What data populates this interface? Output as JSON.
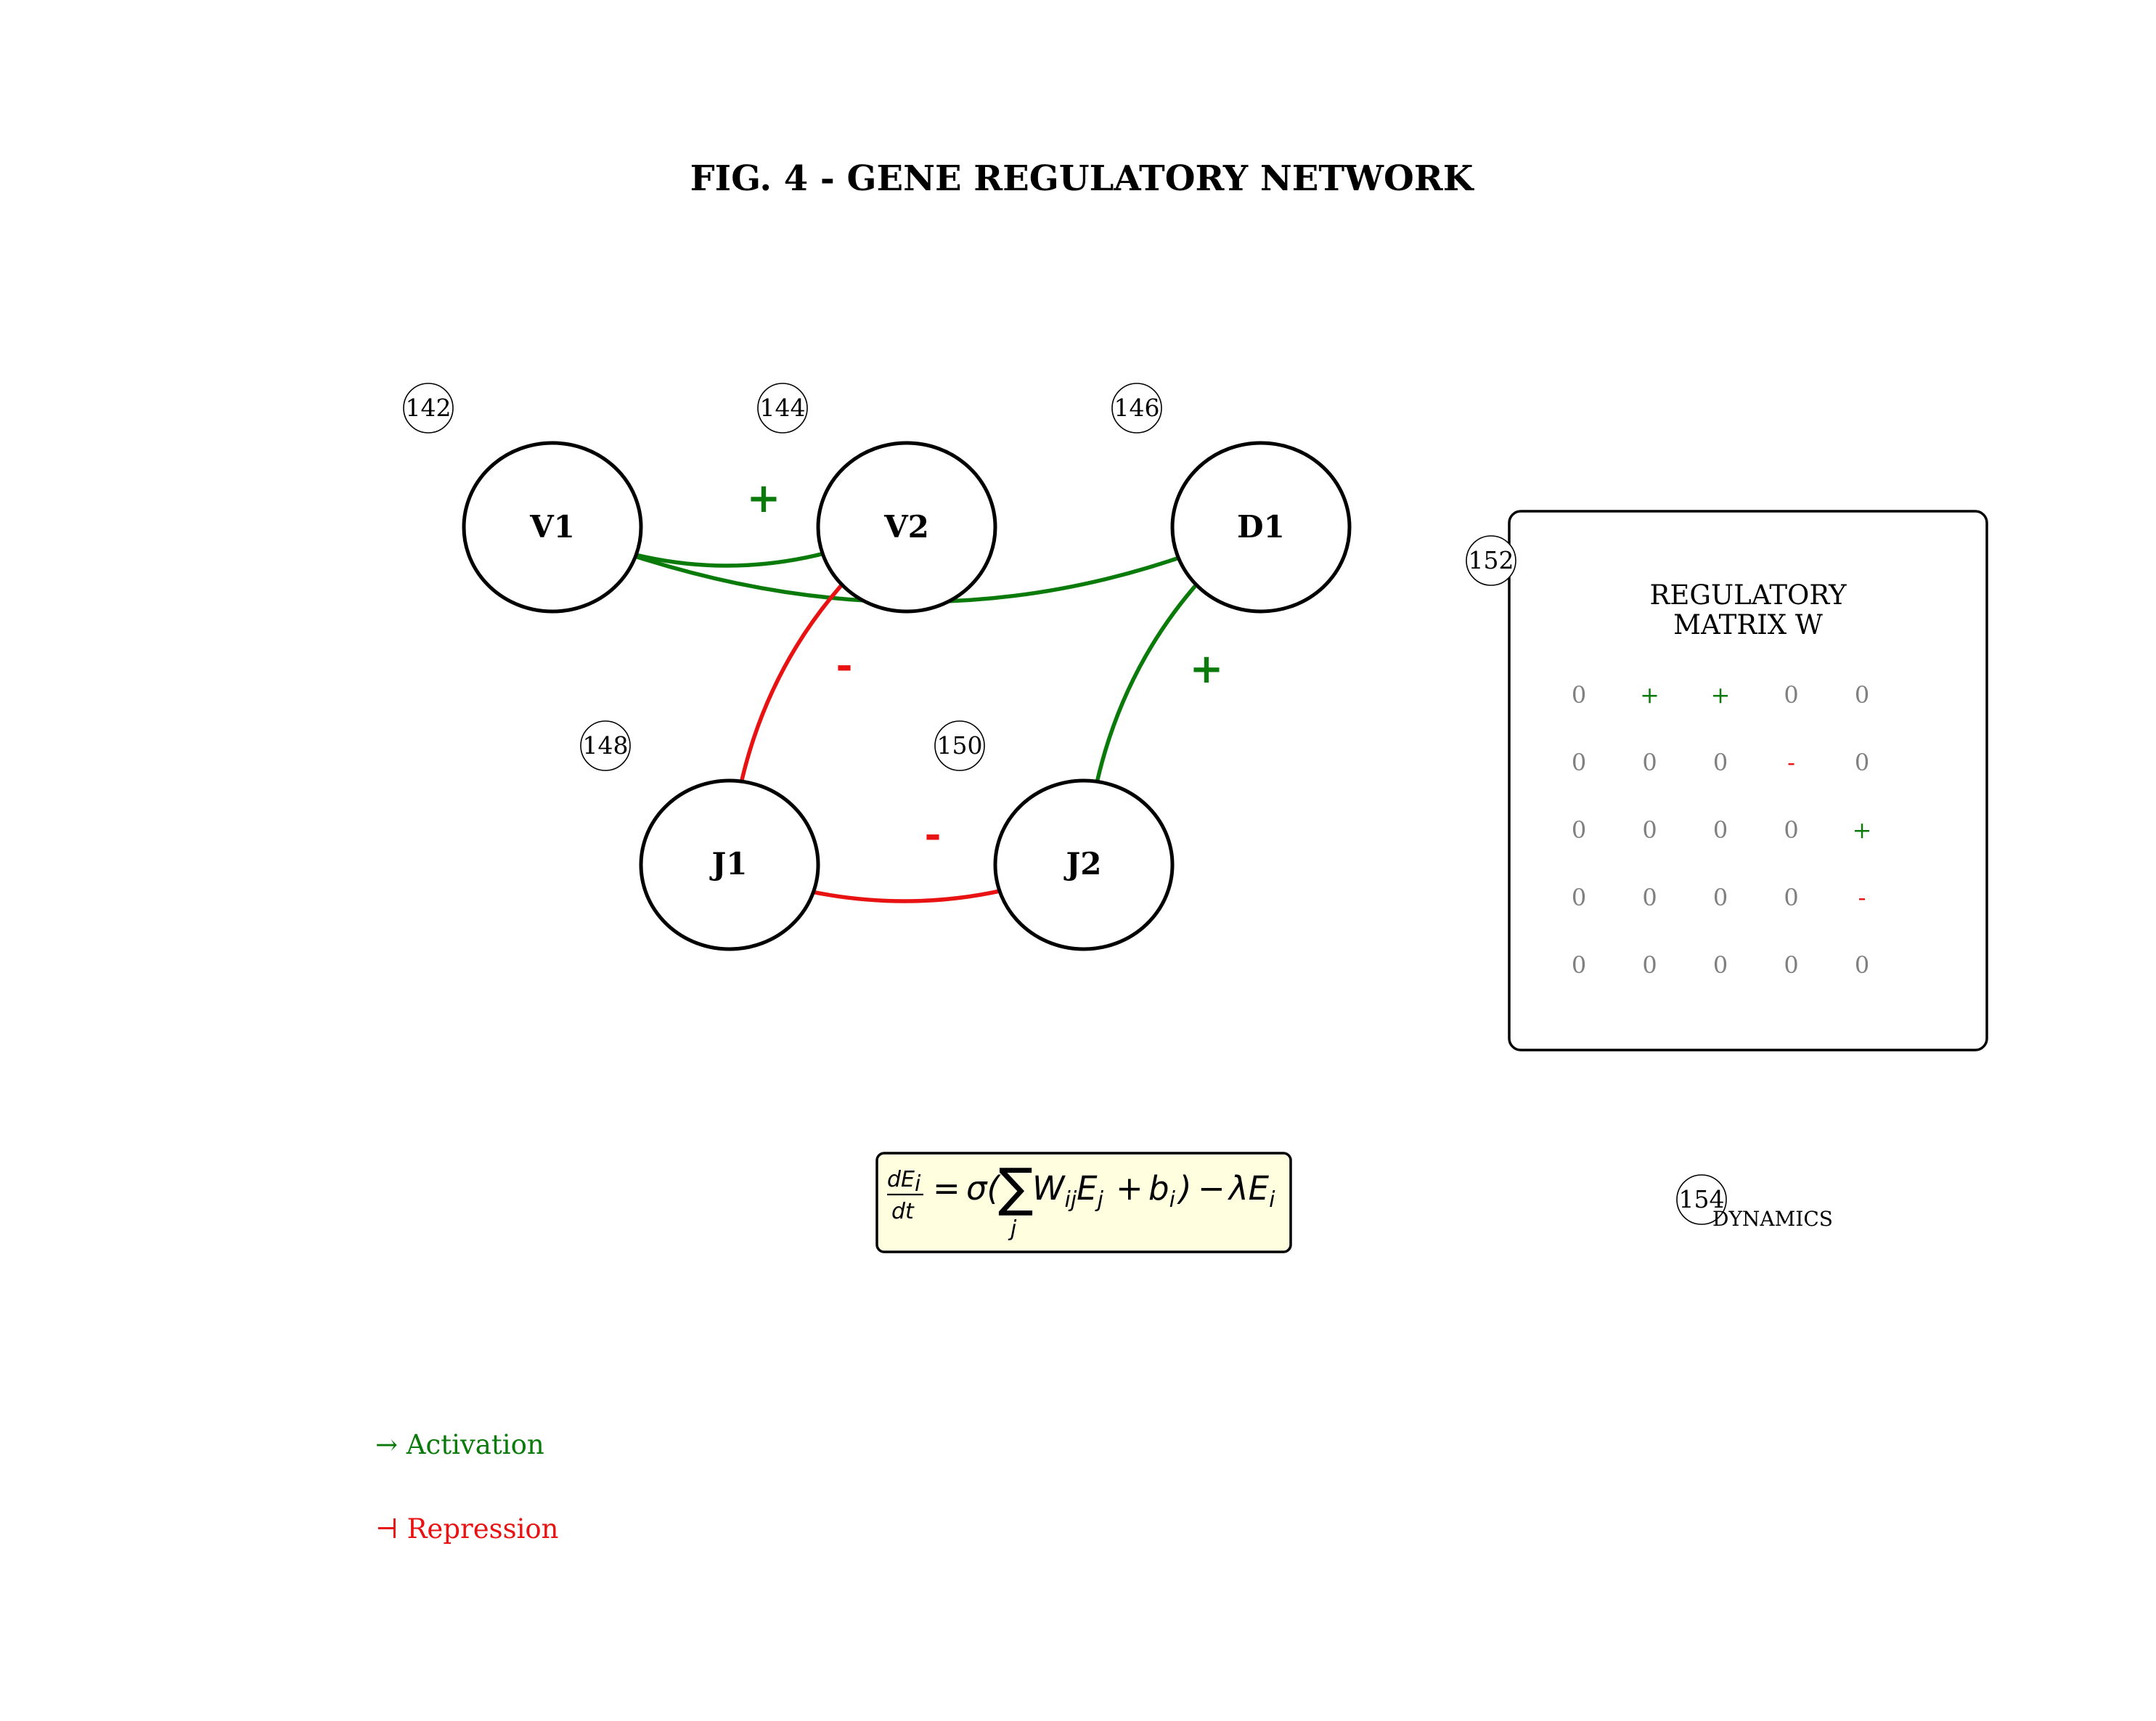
{
  "title": "FIG. 4 - GENE REGULATORY NETWORK",
  "nodes": [
    {
      "id": "V1",
      "label": "V1",
      "ref": "142"
    },
    {
      "id": "V2",
      "label": "V2",
      "ref": "144"
    },
    {
      "id": "D1",
      "label": "D1",
      "ref": "146"
    },
    {
      "id": "J1",
      "label": "J1",
      "ref": "148"
    },
    {
      "id": "J2",
      "label": "J2",
      "ref": "150"
    }
  ],
  "edges": [
    {
      "from": "V1",
      "to": "V2",
      "type": "activation",
      "sign": "+"
    },
    {
      "from": "V1",
      "to": "D1",
      "type": "activation",
      "sign": "+"
    },
    {
      "from": "V2",
      "to": "J1",
      "type": "repression",
      "sign": "-"
    },
    {
      "from": "D1",
      "to": "J2",
      "type": "activation",
      "sign": "+"
    },
    {
      "from": "J1",
      "to": "J2",
      "type": "repression",
      "sign": "-"
    }
  ],
  "matrix": {
    "ref": "152",
    "title_line1": "REGULATORY",
    "title_line2": "MATRIX W",
    "rows": [
      [
        "0",
        "+",
        "+",
        "0",
        "0"
      ],
      [
        "0",
        "0",
        "0",
        "-",
        "0"
      ],
      [
        "0",
        "0",
        "0",
        "0",
        "+"
      ],
      [
        "0",
        "0",
        "0",
        "0",
        "-"
      ],
      [
        "0",
        "0",
        "0",
        "0",
        "0"
      ]
    ]
  },
  "equation": {
    "text": "dE_i/dt = σ(Σ_j W_ij E_j + b_i) − λE_i",
    "frac_num": "dE",
    "frac_num_sub": "i",
    "frac_den": "dt",
    "eq_sign": "=",
    "sigma": "σ(",
    "sum": "∑",
    "sum_index": "j",
    "w": "W",
    "w_sub": "ij",
    "e": "E",
    "e_sub": "j",
    "plus": "+",
    "b": "b",
    "b_sub": "i",
    "close": ")",
    "minus": "−",
    "lambda_e": "λE",
    "lambda_e_sub": "i"
  },
  "dynamics": {
    "ref": "154",
    "label": "DYNAMICS"
  },
  "legend": {
    "activation": "→ Activation",
    "repression": "⊣ Repression"
  },
  "colors": {
    "activation": "#0a7a0a",
    "repression": "#e81212",
    "equation_bg": "#ffffe0"
  }
}
